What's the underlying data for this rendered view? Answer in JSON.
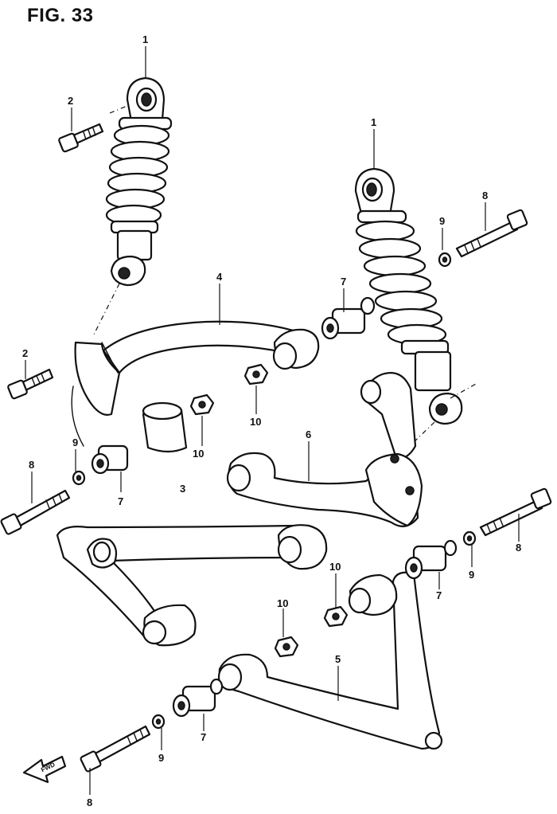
{
  "figure": {
    "title": "FIG. 33"
  },
  "callouts": {
    "shock_left": "1",
    "shock_right": "1",
    "bolt_upper_left": "2",
    "bolt_mid_left": "2",
    "arm_upper_left": "4",
    "arm_upper_right": "6",
    "arm_lower_right": "5",
    "bushing_upper_mid": "7",
    "bushing_left": "7",
    "bushing_right": "7",
    "bushing_bottom": "7",
    "bolt_right_top": "8",
    "bolt_left": "8",
    "bolt_right_mid": "8",
    "bolt_bottom": "8",
    "washer_right_top": "9",
    "washer_left": "9",
    "washer_right_mid": "9",
    "washer_bottom": "9",
    "nut_upper": "10",
    "nut_mid": "10",
    "nut_right": "10",
    "nut_bottom": "10",
    "stray_mark": "3"
  },
  "direction_marker": {
    "label": "FWD",
    "icon": "forward-arrow-icon"
  }
}
